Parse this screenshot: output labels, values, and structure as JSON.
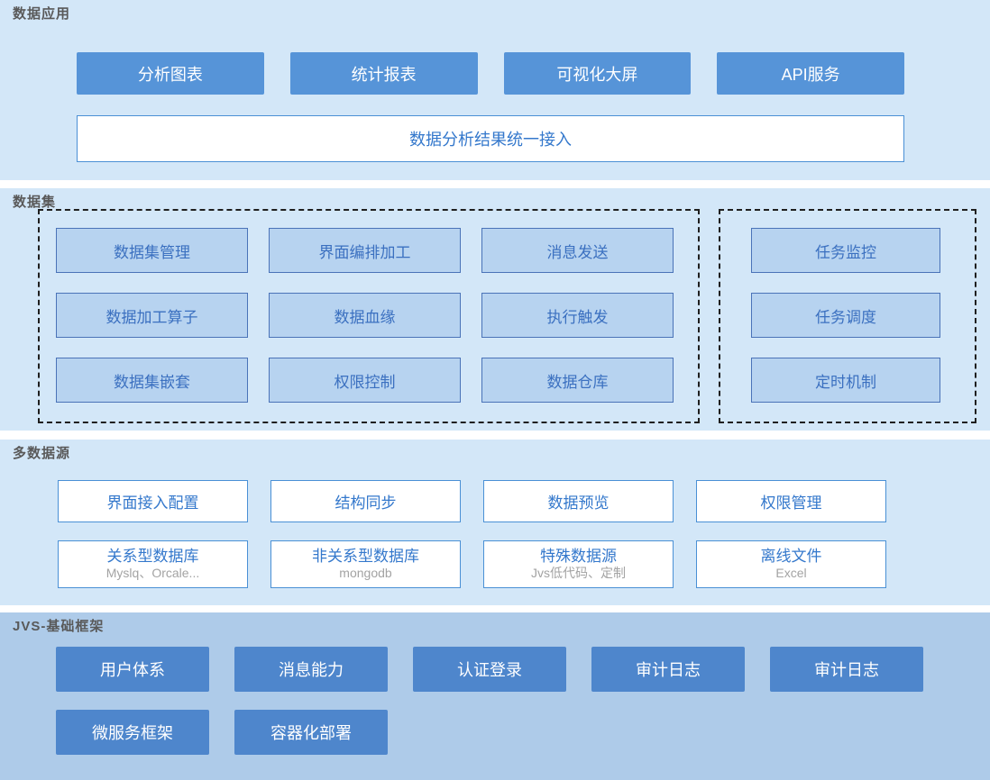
{
  "layers": {
    "app": {
      "label": "数据应用",
      "buttons": [
        "分析图表",
        "统计报表",
        "可视化大屏",
        "API服务"
      ],
      "bar": "数据分析结果统一接入"
    },
    "dataset": {
      "label": "数据集",
      "left_cells": [
        "数据集管理",
        "界面编排加工",
        "消息发送",
        "数据加工算子",
        "数据血缘",
        "执行触发",
        "数据集嵌套",
        "权限控制",
        "数据仓库"
      ],
      "right_cells": [
        "任务监控",
        "任务调度",
        "定时机制"
      ]
    },
    "sources": {
      "label": "多数据源",
      "features": [
        "界面接入配置",
        "结构同步",
        "数据预览",
        "权限管理"
      ],
      "types": [
        {
          "title": "关系型数据库",
          "subtitle": "Myslq、Orcale..."
        },
        {
          "title": "非关系型数据库",
          "subtitle": "mongodb"
        },
        {
          "title": "特殊数据源",
          "subtitle": "Jvs低代码、定制"
        },
        {
          "title": "离线文件",
          "subtitle": "Excel"
        }
      ]
    },
    "framework": {
      "label": "JVS-基础框架",
      "row1": [
        "用户体系",
        "消息能力",
        "认证登录",
        "审计日志",
        "审计日志"
      ],
      "row2": [
        "微服务框架",
        "容器化部署"
      ]
    }
  },
  "colors": {
    "layer_bg": "#d3e7f8",
    "layer_bg_dark": "#aecbe9",
    "button_blue": "#5694d8",
    "button_blue_dark": "#4e86cc",
    "box_border": "#4a90d5",
    "box_text": "#3478cc",
    "cell_bg": "#b7d3f0",
    "cell_border": "#4a73b8",
    "cell_text": "#3b70c0",
    "label_gray": "#595959",
    "subtitle_gray": "#a3a3a3"
  }
}
